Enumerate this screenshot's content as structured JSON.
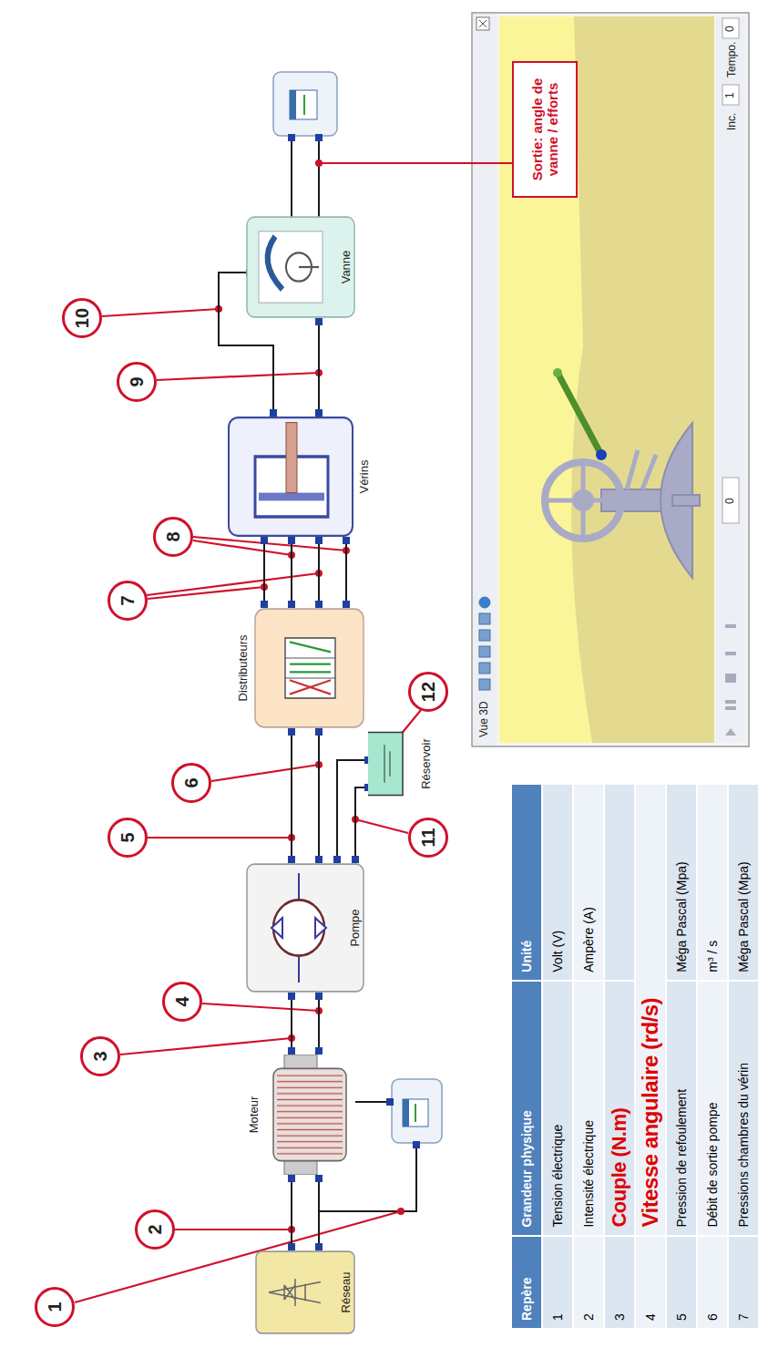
{
  "diagram": {
    "nodes": [
      {
        "text": [
          "Réseau"
        ]
      },
      {
        "text": [
          "Moteur"
        ]
      },
      {
        "text": [
          "Pompe"
        ]
      },
      {
        "text": [
          "Réservoir"
        ]
      },
      {
        "text": [
          "Distributeurs"
        ]
      },
      {
        "text": [
          "Vérins"
        ]
      },
      {
        "text": [
          "Vanne"
        ]
      },
      {
        "text": [
          "Sortie: angle de vanne / efforts"
        ]
      },
      {
        "text": [
          "1"
        ]
      },
      {
        "text": [
          "2"
        ]
      },
      {
        "text": [
          "3"
        ]
      },
      {
        "text": [
          "4"
        ]
      },
      {
        "text": [
          "5"
        ]
      },
      {
        "text": [
          "6"
        ]
      },
      {
        "text": [
          "7"
        ]
      },
      {
        "text": [
          "8"
        ]
      },
      {
        "text": [
          "9"
        ]
      },
      {
        "text": [
          "10"
        ]
      },
      {
        "text": [
          "11"
        ]
      },
      {
        "text": [
          "12"
        ]
      }
    ],
    "edges": [
      {
        "from": 0,
        "to": 1,
        "arrow": "none"
      },
      {
        "from": 0,
        "to": 1,
        "arrow": "none"
      },
      {
        "from": 1,
        "to": 2,
        "arrow": "none"
      },
      {
        "from": 1,
        "to": 2,
        "arrow": "none"
      },
      {
        "from": 2,
        "to": 4,
        "arrow": "none"
      },
      {
        "from": 2,
        "to": 4,
        "arrow": "none"
      },
      {
        "from": 2,
        "to": 3,
        "arrow": "none"
      },
      {
        "from": 2,
        "to": 3,
        "arrow": "none"
      },
      {
        "from": 4,
        "to": 5,
        "arrow": "none"
      },
      {
        "from": 4,
        "to": 5,
        "arrow": "none"
      },
      {
        "from": 4,
        "to": 5,
        "arrow": "none"
      },
      {
        "from": 4,
        "to": 5,
        "arrow": "none"
      },
      {
        "from": 5,
        "to": 6,
        "arrow": "none"
      },
      {
        "from": 5,
        "to": 6,
        "arrow": "none"
      }
    ],
    "labels": [
      "Repère",
      "Grandeur physique",
      "Unité",
      "1",
      "Tension électrique",
      "Volt (V)",
      "2",
      "Intensité électrique",
      "Ampère (A)",
      "3",
      "4",
      "5",
      "Pression de refoulement",
      "Méga Pascal (Mpa)",
      "6",
      "Débit de sortie pompe",
      "m³ / s",
      "7",
      "Pressions chambres du vérin",
      "Méga Pascal (Mpa)",
      "Couple (N.m)",
      "Vitesse angulaire (rd/s)",
      "Vue 3D",
      "0",
      "Inc.",
      "1",
      "Tempo.",
      "0"
    ]
  }
}
